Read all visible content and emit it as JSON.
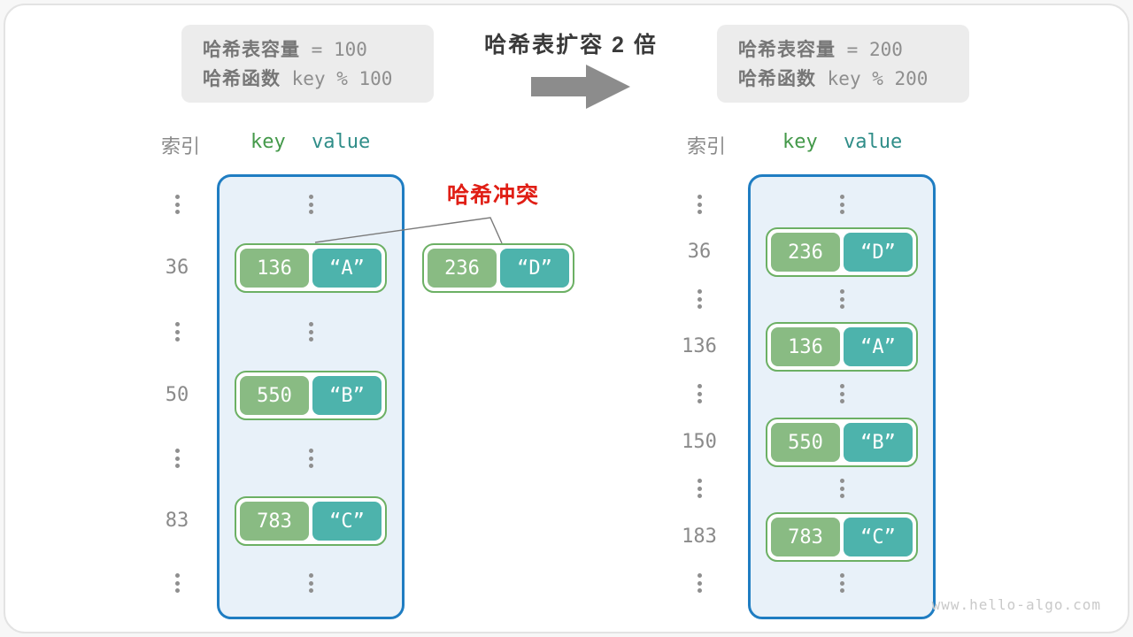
{
  "left_info": {
    "line1_label": "哈希表容量",
    "line1_value": "= 100",
    "line2_label": "哈希函数",
    "line2_value": "key % 100"
  },
  "right_info": {
    "line1_label": "哈希表容量",
    "line1_value": "= 200",
    "line2_label": "哈希函数",
    "line2_value": "key % 200"
  },
  "title": "哈希表扩容 2 倍",
  "collision": {
    "label": "哈希冲突",
    "entry": {
      "key": "236",
      "value": "“D”"
    }
  },
  "left_table": {
    "headers": {
      "index": "索引",
      "key": "key",
      "value": "value"
    },
    "entries": [
      {
        "index": "36",
        "key": "136",
        "value": "“A”"
      },
      {
        "index": "50",
        "key": "550",
        "value": "“B”"
      },
      {
        "index": "83",
        "key": "783",
        "value": "“C”"
      }
    ]
  },
  "right_table": {
    "headers": {
      "index": "索引",
      "key": "key",
      "value": "value"
    },
    "entries": [
      {
        "index": "36",
        "key": "236",
        "value": "“D”"
      },
      {
        "index": "136",
        "key": "136",
        "value": "“A”"
      },
      {
        "index": "150",
        "key": "550",
        "value": "“B”"
      },
      {
        "index": "183",
        "key": "783",
        "value": "“C”"
      }
    ]
  },
  "watermark": "www.hello-algo.com",
  "colors": {
    "bucket_border": "#1f7dc2",
    "bucket_fill": "#e8f1f9",
    "key_green": "#89bb83",
    "value_teal": "#4db3ac",
    "pair_border": "#6cb064",
    "collision_red": "#e01e15",
    "arrow_gray": "#8c8c8c",
    "info_bg": "#ececec",
    "text_gray": "#8a8a8a"
  }
}
